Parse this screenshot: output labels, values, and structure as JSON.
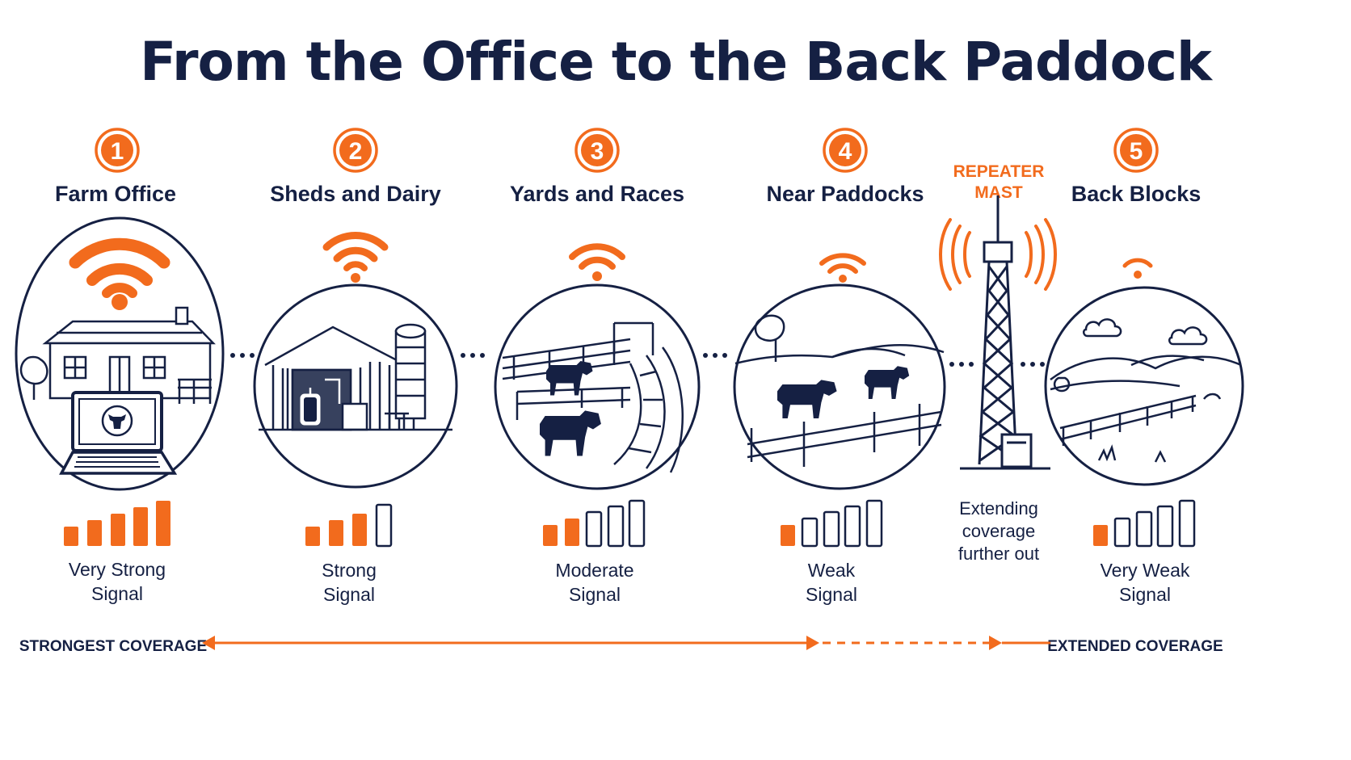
{
  "title": "From the Office to the Back Paddock",
  "colors": {
    "navy": "#152043",
    "orange": "#f26b1d",
    "white": "#ffffff"
  },
  "stages": [
    {
      "number": "1",
      "label": "Farm Office",
      "scene_icon": "house-laptop-icon",
      "bars_filled": 5,
      "bars_total": 5,
      "signal_line1": "Very Strong",
      "signal_line2": "Signal"
    },
    {
      "number": "2",
      "label": "Sheds and Dairy",
      "scene_icon": "shed-dairy-icon",
      "bars_filled": 3,
      "bars_total": 4,
      "signal_line1": "Strong",
      "signal_line2": "Signal"
    },
    {
      "number": "3",
      "label": "Yards and Races",
      "scene_icon": "cattle-yards-icon",
      "bars_filled": 2,
      "bars_total": 5,
      "signal_line1": "Moderate",
      "signal_line2": "Signal"
    },
    {
      "number": "4",
      "label": "Near Paddocks",
      "scene_icon": "grazing-cattle-icon",
      "bars_filled": 1,
      "bars_total": 5,
      "signal_line1": "Weak",
      "signal_line2": "Signal"
    },
    {
      "number": "5",
      "label": "Back Blocks",
      "scene_icon": "rolling-hills-icon",
      "bars_filled": 1,
      "bars_total": 5,
      "signal_line1": "Very Weak",
      "signal_line2": "Signal"
    }
  ],
  "repeater": {
    "label_line1": "REPEATER",
    "label_line2": "MAST",
    "icon": "radio-mast-icon",
    "caption_line1": "Extending",
    "caption_line2": "coverage",
    "caption_line3": "further out"
  },
  "coverage": {
    "left_label": "STRONGEST COVERAGE",
    "right_label": "EXTENDED COVERAGE"
  }
}
